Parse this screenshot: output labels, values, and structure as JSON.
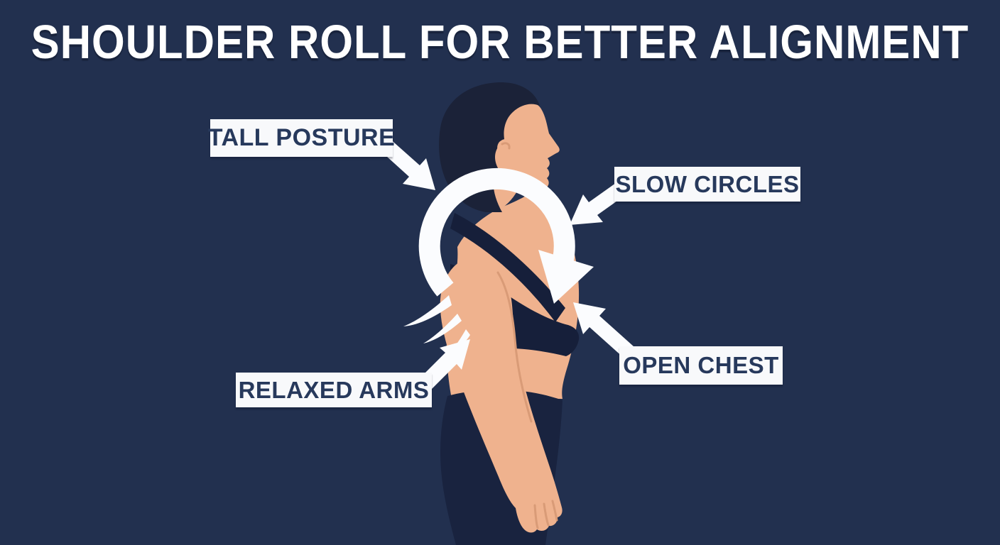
{
  "title": "SHOULDER ROLL FOR BETTER ALIGNMENT",
  "callouts": [
    {
      "id": "tall-posture",
      "label": "TALL POSTURE"
    },
    {
      "id": "slow-circles",
      "label": "SLOW CIRCLES"
    },
    {
      "id": "open-chest",
      "label": "OPEN CHEST"
    },
    {
      "id": "relaxed-arms",
      "label": "RELAXED ARMS"
    }
  ],
  "colors": {
    "background": "#22304f",
    "labelBox": "#f8f9fb",
    "labelText": "#27395c",
    "titleText": "#ffffff",
    "skin": "#efb28e",
    "skinCrease": "#d99b77",
    "hair": "#1b2238",
    "braTop": "#161f3a",
    "leggings": "#19233f",
    "arrowWhite": "#fbfcfe"
  }
}
